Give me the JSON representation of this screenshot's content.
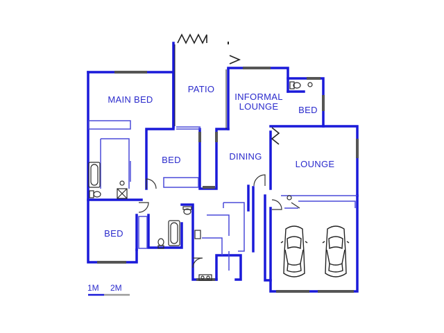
{
  "colors": {
    "wall": "#1a1ad9",
    "thin": "#4a4ad9",
    "window": "#555555",
    "label": "#2a2acc",
    "fixture": "#2a2a2a",
    "background": "#ffffff"
  },
  "rooms": {
    "main_bed": "MAIN BED",
    "patio": "PATIO",
    "informal_lounge_line1": "INFORMAL",
    "informal_lounge_line2": "LOUNGE",
    "bed_top_right": "BED",
    "bed_center": "BED",
    "dining": "DINING",
    "lounge": "LOUNGE",
    "bed_bottom_left": "BED"
  },
  "scale": {
    "label_1": "1M",
    "label_2": "2M"
  },
  "icons": [
    "car-icon",
    "toilet-icon",
    "bathtub-icon",
    "basin-icon",
    "door-swing-icon"
  ]
}
